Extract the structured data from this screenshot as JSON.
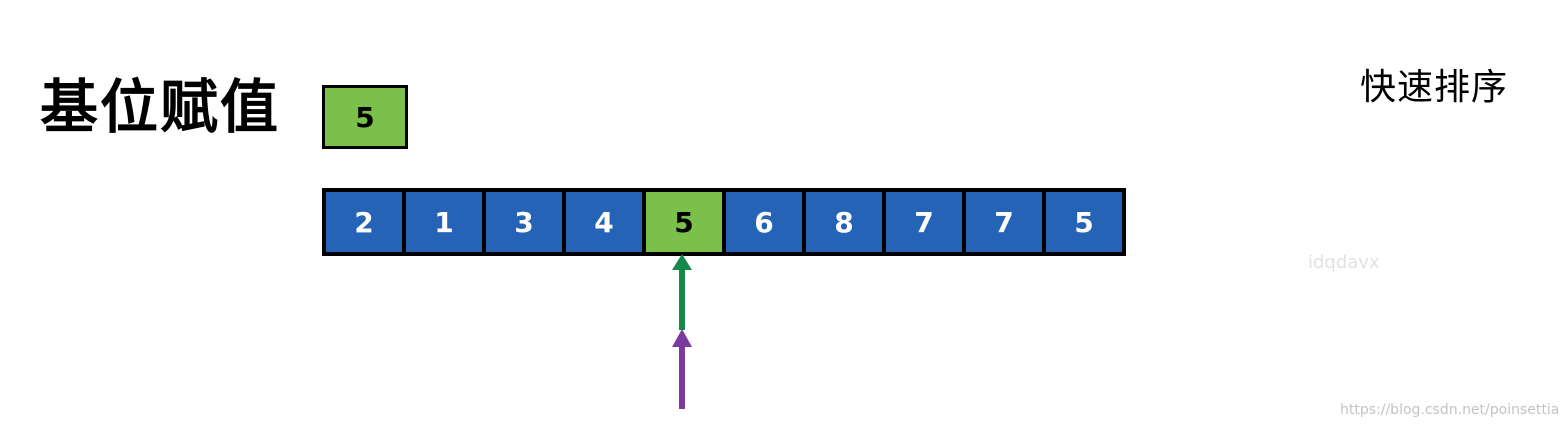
{
  "step_title": "基位赋值",
  "pivot_value": "5",
  "algorithm_title": "快速排序",
  "array": [
    "2",
    "1",
    "3",
    "4",
    "5",
    "6",
    "8",
    "7",
    "7",
    "5"
  ],
  "pivot_index": 4,
  "colors": {
    "cell": "#2563b6",
    "pivot": "#7ac04a",
    "green_pointer": "#16894a",
    "purple_pointer": "#7a3a9e"
  },
  "watermarks": {
    "center": "idqdavx",
    "url": "https://blog.csdn.net/poinsettia"
  }
}
